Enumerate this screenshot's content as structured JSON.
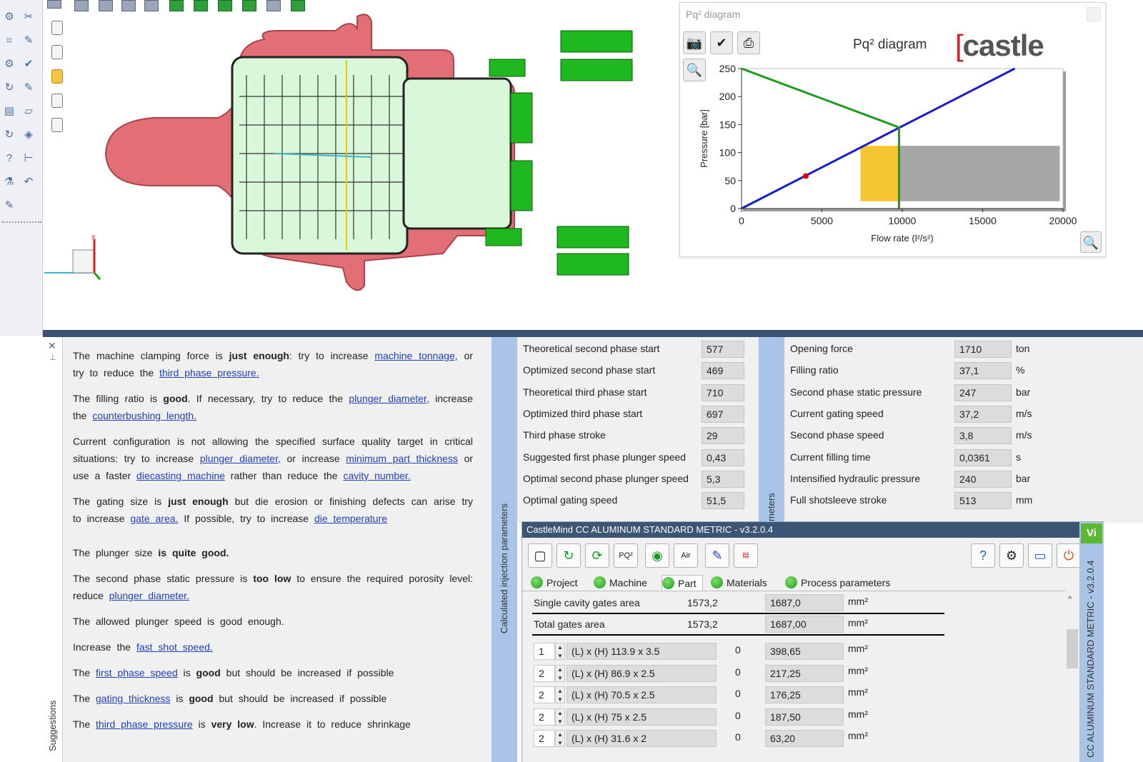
{
  "pq_window": {
    "window_title": "Pq² diagram",
    "chart_title": "Pq² diagram",
    "logo_text": "castle",
    "logo_bracket": "[",
    "toolbar": [
      "camera-icon",
      "checklist-icon",
      "print-icon",
      "zoom-icon"
    ]
  },
  "chart_data": {
    "type": "line",
    "title": "Pq² diagram",
    "xlabel": "Flow rate (l²/s²)",
    "ylabel": "Pressure [bar]",
    "xlim": [
      0,
      20000
    ],
    "ylim": [
      0,
      250
    ],
    "xticks": [
      0,
      5000,
      10000,
      15000,
      20000
    ],
    "yticks": [
      0,
      50,
      100,
      150,
      200,
      250
    ],
    "series": [
      {
        "color": "#1c1ccf",
        "x": [
          0,
          17000
        ],
        "y": [
          0,
          250
        ]
      },
      {
        "color": "#1e9a1e",
        "x": [
          0,
          9800,
          9800
        ],
        "y": [
          250,
          145,
          0
        ]
      }
    ],
    "regions": [
      {
        "color": "#f5c530",
        "x": [
          7400,
          9800
        ],
        "y": [
          13,
          112
        ]
      },
      {
        "color": "#a6a6a6",
        "x": [
          9800,
          19800
        ],
        "y": [
          13,
          112
        ]
      }
    ],
    "point": {
      "x": 4000,
      "y": 58,
      "color": "#e00000"
    }
  },
  "suggestions": {
    "panel_label": "Suggestions",
    "p1": {
      "a": "The machine clamping force is",
      "b": "just enough",
      "c": ": try to increase",
      "link1": "machine tonnage,",
      "d": "or try to reduce the",
      "link2": "third phase pressure."
    },
    "p2": {
      "a": "The filling ratio is",
      "b": "good",
      "c": ". If necessary, try to reduce the",
      "link1": "plunger diameter,",
      "d": "increase the",
      "link2": "counterbushing length."
    },
    "p3": {
      "a": "Current configuration is not allowing the specified surface quality target in critical situations: try to increase",
      "link1": "plunger diameter,",
      "b": "or increase",
      "link2": "minimum part thickness",
      "c": "or use a faster",
      "link3": "diecasting machine",
      "d": "rather than reduce the",
      "link4": "cavity number."
    },
    "p4": {
      "a": "The gating size is",
      "b": "just enough",
      "c": "but die erosion or finishing defects can arise try to increase",
      "link1": "gate area.",
      "d": "If possible, try to increase",
      "link2": "die temperature"
    },
    "p5": {
      "a": "The plunger size",
      "b": "is quite good."
    },
    "p6": {
      "a": "The second phase static pressure is",
      "b": "too low",
      "c": "to ensure the required porosity level: reduce",
      "link1": "plunger diameter."
    },
    "p7": {
      "a": "The allowed plunger speed is good enough."
    },
    "p8": {
      "a": "Increase the",
      "link1": "fast shot speed."
    },
    "p9": {
      "a": "The",
      "link1": "first phase speed",
      "b": "is",
      "c": "good",
      "d": "but should be increased if possible"
    },
    "p10": {
      "a": "The",
      "link1": "gating thickness",
      "b": "is",
      "c": "good",
      "d": "but should be increased if possible"
    },
    "p11": {
      "a": "The",
      "link1": "third phase pressure",
      "b": "is",
      "c": "very low",
      "d": ". Increase it to reduce shrinkage"
    }
  },
  "calc_panel": {
    "label": "Calculated injection parameters",
    "label2": "meters",
    "left": [
      {
        "label": "Theoretical second phase start",
        "value": "577"
      },
      {
        "label": "Optimized second phase start",
        "value": "469"
      },
      {
        "label": "Theoretical third phase start",
        "value": "710"
      },
      {
        "label": "Optimized third phase start",
        "value": "697"
      },
      {
        "label": "Third phase stroke",
        "value": "29"
      },
      {
        "label": "Suggested first phase plunger speed",
        "value": "0,43"
      },
      {
        "label": "Optimal second phase plunger speed",
        "value": "5,3"
      },
      {
        "label": "Optimal gating speed",
        "value": "51,5"
      }
    ],
    "right": [
      {
        "label": "Opening force",
        "value": "1710",
        "unit": "ton"
      },
      {
        "label": "Filling ratio",
        "value": "37,1",
        "unit": "%"
      },
      {
        "label": "Second phase static pressure",
        "value": "247",
        "unit": "bar"
      },
      {
        "label": "Current gating speed",
        "value": "37,2",
        "unit": "m/s"
      },
      {
        "label": "Second phase speed",
        "value": "3,8",
        "unit": "m/s"
      },
      {
        "label": "Current filling time",
        "value": "0,0361",
        "unit": "s"
      },
      {
        "label": "Intensified hydraulic pressure",
        "value": "240",
        "unit": "bar"
      },
      {
        "label": "Full shotsleeve stroke",
        "value": "513",
        "unit": "mm"
      }
    ]
  },
  "castlemind": {
    "title": "CastleMind CC ALUMINUM STANDARD METRIC - v3.2.0.4",
    "vi": "Vi",
    "side_label": "CC ALUMINUM STANDARD METRIC - v3.2.0.4",
    "tabs": [
      "Project",
      "Machine",
      "Part",
      "Materials",
      "Process parameters"
    ],
    "selected_tab": "Part",
    "gates": [
      {
        "label": "Single cavity gates area",
        "calc": "1573,2",
        "value": "1687,0",
        "unit": "mm²"
      },
      {
        "label": "Total gates area",
        "calc": "1573,2",
        "value": "1687,00",
        "unit": "mm²"
      }
    ],
    "rows": [
      {
        "qty": "1",
        "dims": "(L) x (H) 113.9 x 3.5",
        "zero": "0",
        "area": "398,65",
        "unit": "mm²"
      },
      {
        "qty": "2",
        "dims": "(L) x (H) 86.9 x 2.5",
        "zero": "0",
        "area": "217,25",
        "unit": "mm²"
      },
      {
        "qty": "2",
        "dims": "(L) x (H) 70.5 x 2.5",
        "zero": "0",
        "area": "176,25",
        "unit": "mm²"
      },
      {
        "qty": "2",
        "dims": "(L) x (H) 75 x 2.5",
        "zero": "0",
        "area": "187,50",
        "unit": "mm²"
      },
      {
        "qty": "2",
        "dims": "(L) x (H) 31.6 x 2",
        "zero": "0",
        "area": "63,20",
        "unit": "mm²"
      }
    ]
  }
}
